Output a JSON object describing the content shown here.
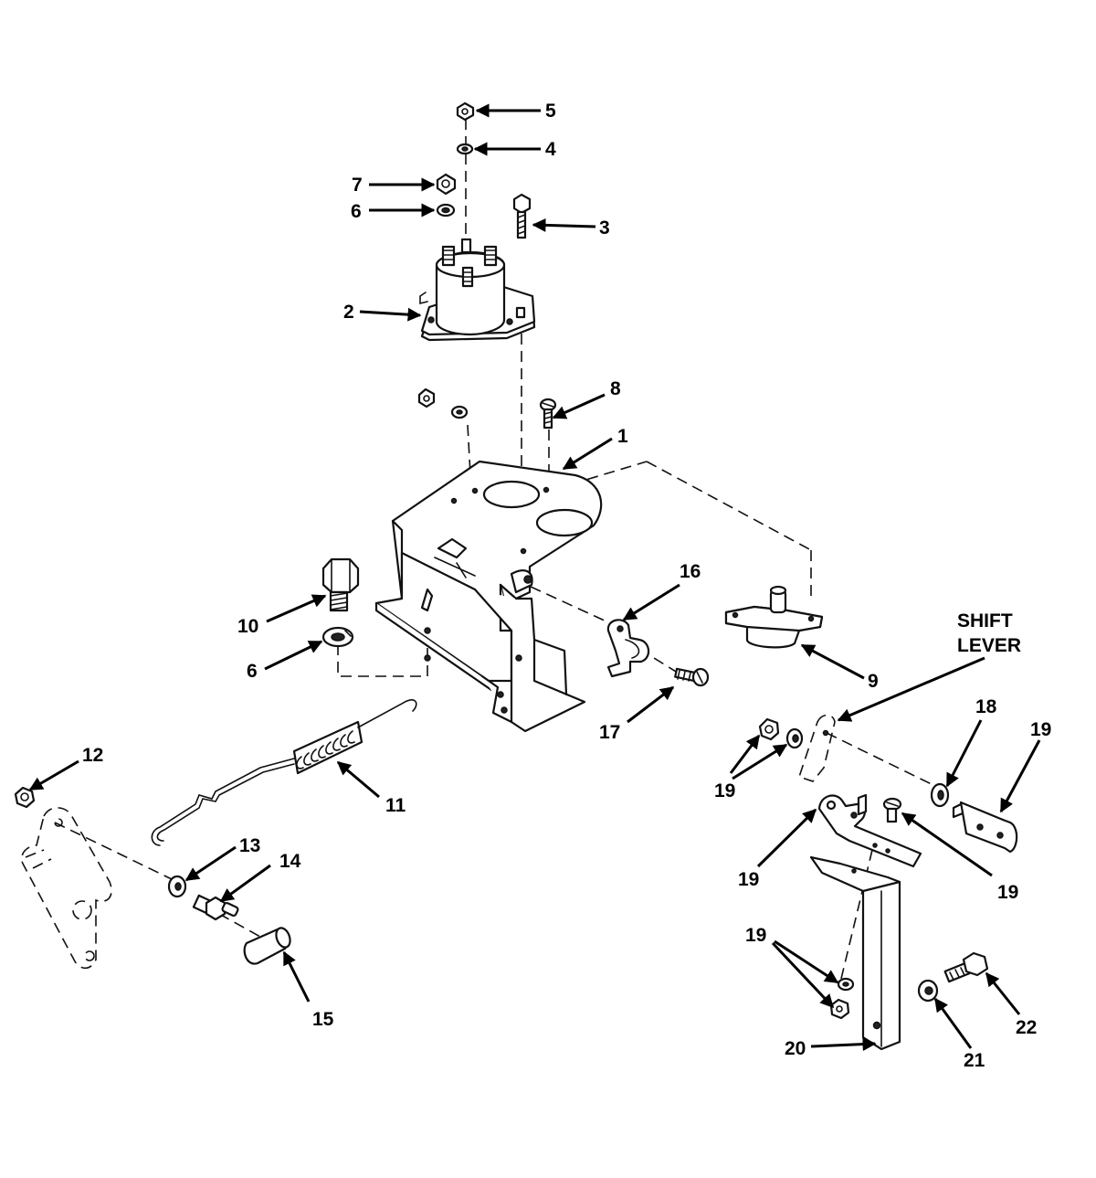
{
  "callouts": {
    "c1": "1",
    "c2": "2",
    "c3": "3",
    "c4": "4",
    "c5": "5",
    "c6a": "6",
    "c6b": "6",
    "c7": "7",
    "c8": "8",
    "c9": "9",
    "c10": "10",
    "c11": "11",
    "c12": "12",
    "c13": "13",
    "c14": "14",
    "c15": "15",
    "c16": "16",
    "c17": "17",
    "c18": "18",
    "c19a": "19",
    "c19b": "19",
    "c19c": "19",
    "c19d": "19",
    "c19e": "19",
    "c20": "20",
    "c21": "21",
    "c22": "22"
  },
  "labels": {
    "shift_line1": "SHIFT",
    "shift_line2": "LEVER"
  }
}
